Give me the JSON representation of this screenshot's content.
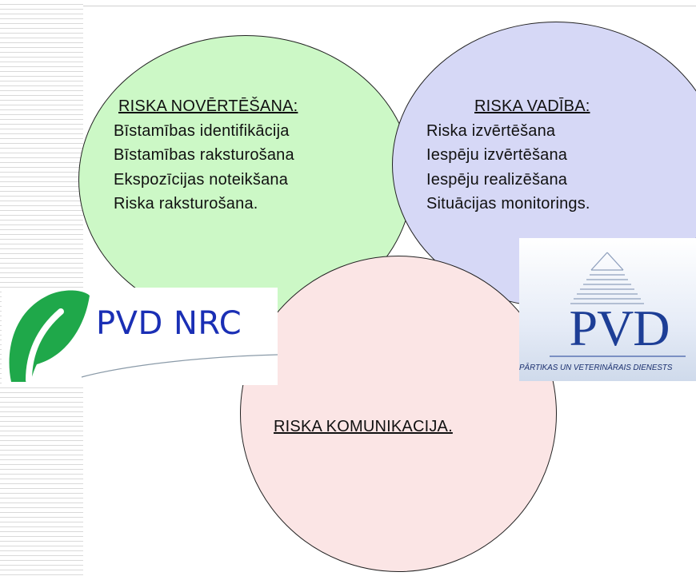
{
  "risk_assessment": {
    "title": "RISKA NOVĒRTĒŠANA:",
    "items": [
      "Bīstamības identifikācija",
      "Bīstamības raksturošana",
      "Ekspozīcijas noteikšana",
      "Riska raksturošana."
    ]
  },
  "risk_management": {
    "title": "RISKA VADĪBA:",
    "items": [
      "Riska izvērtēšana",
      "Iespēju izvērtēšana",
      "Iespēju realizēšana",
      "Situācijas monitorings."
    ]
  },
  "risk_communication": {
    "title": "RISKA KOMUNIKACIJA."
  },
  "logos": {
    "nrc_text": "PVD NRC",
    "pvd_text": "PVD",
    "pvd_subtitle": "PĀRTIKAS UN VETERINĀRAIS DIENESTS"
  },
  "colors": {
    "assessment_fill": "#ccf8c6",
    "management_fill": "#d6d8f6",
    "communication_fill": "#fbe5e5",
    "logo_green": "#1fa84a",
    "logo_blue": "#1a2fb5"
  }
}
